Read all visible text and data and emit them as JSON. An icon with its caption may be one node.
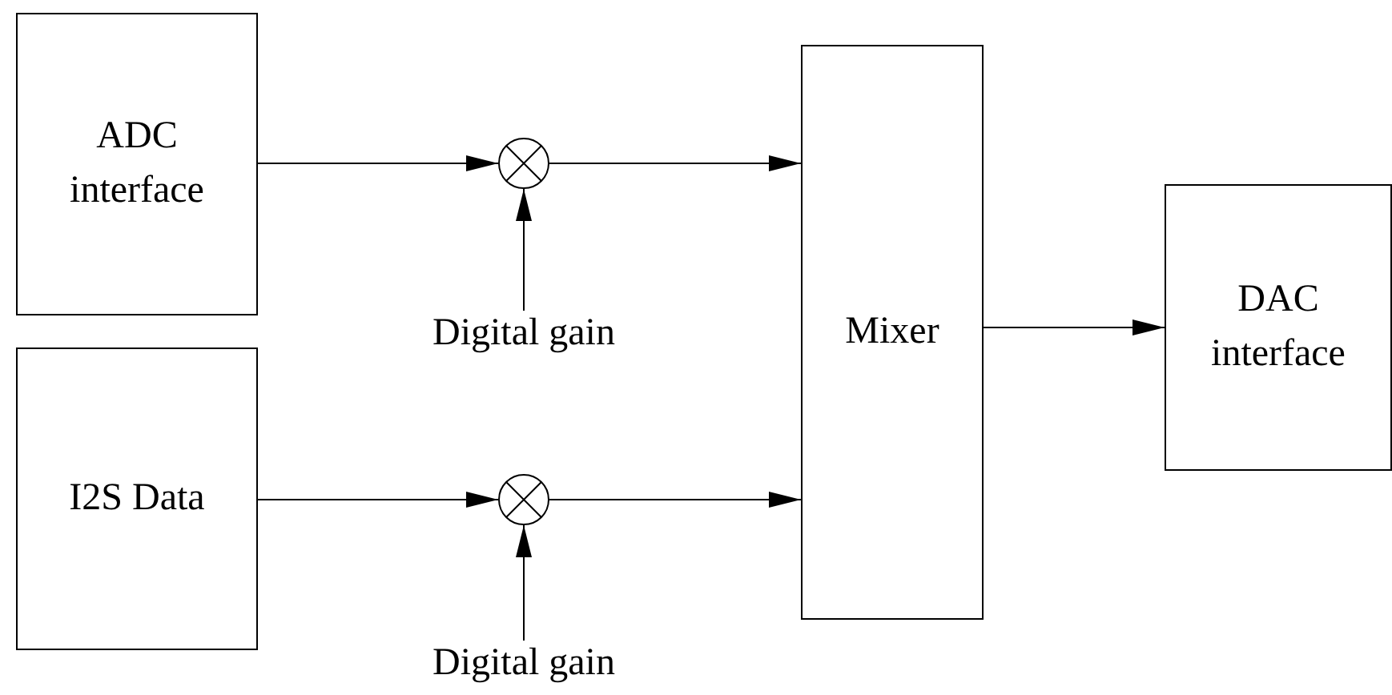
{
  "diagram": {
    "nodes": [
      {
        "text": [
          "ADC interface"
        ]
      },
      {
        "text": [
          "I2S Data"
        ]
      },
      {
        "text": [],
        "shape": "circle"
      },
      {
        "text": [],
        "shape": "circle"
      },
      {
        "text": [
          "Mixer"
        ]
      },
      {
        "text": [
          "DAC interface"
        ]
      },
      {
        "text": [
          "Digital gain"
        ]
      },
      {
        "text": [
          "Digital gain"
        ]
      }
    ],
    "edges": [
      {
        "from": 0,
        "to": 2,
        "arrow": "to"
      },
      {
        "from": 2,
        "to": 4,
        "arrow": "to"
      },
      {
        "from": 6,
        "to": 2,
        "arrow": "to"
      },
      {
        "from": 1,
        "to": 3,
        "arrow": "to"
      },
      {
        "from": 3,
        "to": 4,
        "arrow": "to"
      },
      {
        "from": 7,
        "to": 3,
        "arrow": "to"
      },
      {
        "from": 4,
        "to": 5,
        "arrow": "to"
      }
    ]
  }
}
